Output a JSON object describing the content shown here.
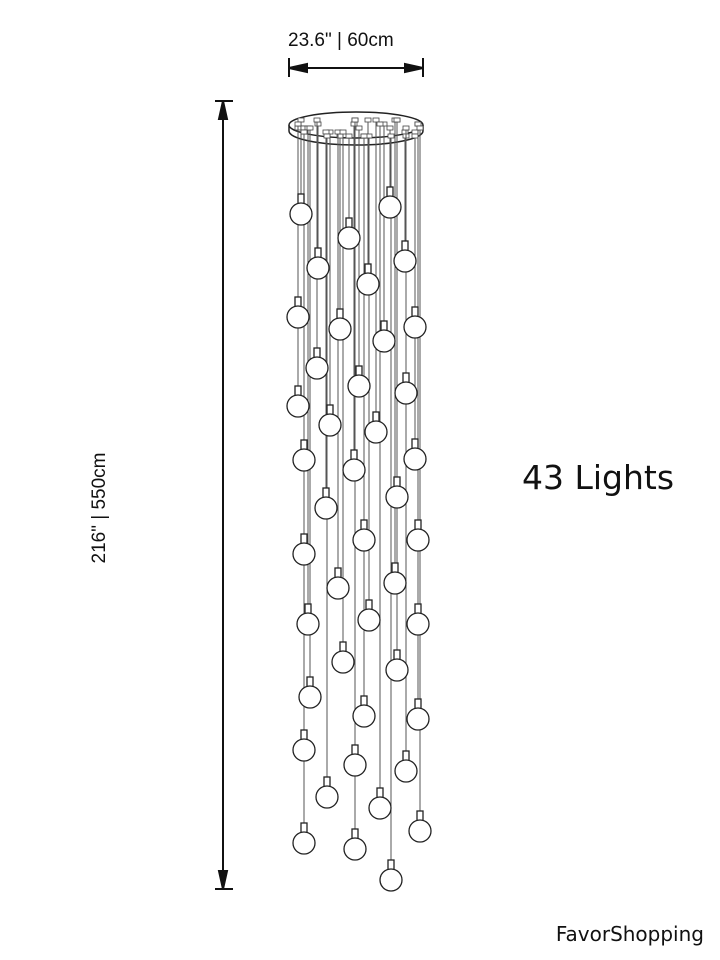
{
  "dimensions": {
    "width_label": "23.6\" | 60cm",
    "height_label": "216\" | 550cm"
  },
  "product": {
    "lights_label": "43 Lights",
    "light_count": 43
  },
  "brand": "FavorShopping",
  "colors": {
    "line": "#222222",
    "wire": "#555555",
    "background": "#ffffff"
  }
}
